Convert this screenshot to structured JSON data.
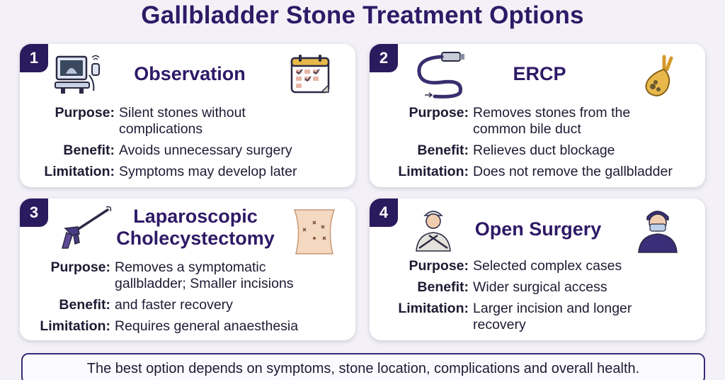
{
  "title": "Gallbladder Stone Treatment Options",
  "cards": [
    {
      "number": "1",
      "title": "Observation",
      "rows": [
        {
          "label": "Purpose:",
          "value": "Silent stones without complications"
        },
        {
          "label": "Benefit:",
          "value": "Avoids unnecessary surgery"
        },
        {
          "label": "Limitation:",
          "value": "Symptoms may develop later"
        }
      ]
    },
    {
      "number": "2",
      "title": "ERCP",
      "rows": [
        {
          "label": "Purpose:",
          "value": "Removes stones from the common bile duct"
        },
        {
          "label": "Benefit:",
          "value": "Relieves duct blockage"
        },
        {
          "label": "Limitation:",
          "value": "Does not remove the gallbladder"
        }
      ]
    },
    {
      "number": "3",
      "title": "Laparoscopic Cholecystectomy",
      "rows": [
        {
          "label": "Purpose:",
          "value": "Removes a symptomatic gallbladder; Smaller incisions"
        },
        {
          "label": "Benefit:",
          "value": "and faster recovery"
        },
        {
          "label": "Limitation:",
          "value": "Requires general anaesthesia"
        }
      ]
    },
    {
      "number": "4",
      "title": "Open Surgery",
      "rows": [
        {
          "label": "Purpose:",
          "value": "Selected complex cases"
        },
        {
          "label": "Benefit:",
          "value": "Wider surgical access"
        },
        {
          "label": "Limitation:",
          "value": "Larger incision and longer recovery"
        }
      ]
    }
  ],
  "footer": "The best option depends on symptoms, stone location, complications and overall health.",
  "colors": {
    "brand": "#2e1a66",
    "badge": "#2a1a5e",
    "accent": "#e8b84a"
  },
  "icons": [
    "ultrasound-machine-icon",
    "calendar-icon",
    "endoscope-icon",
    "gallbladder-icon",
    "laparoscopic-instrument-icon",
    "abdomen-incisions-icon",
    "surgeon-icon",
    "masked-surgeon-icon"
  ]
}
